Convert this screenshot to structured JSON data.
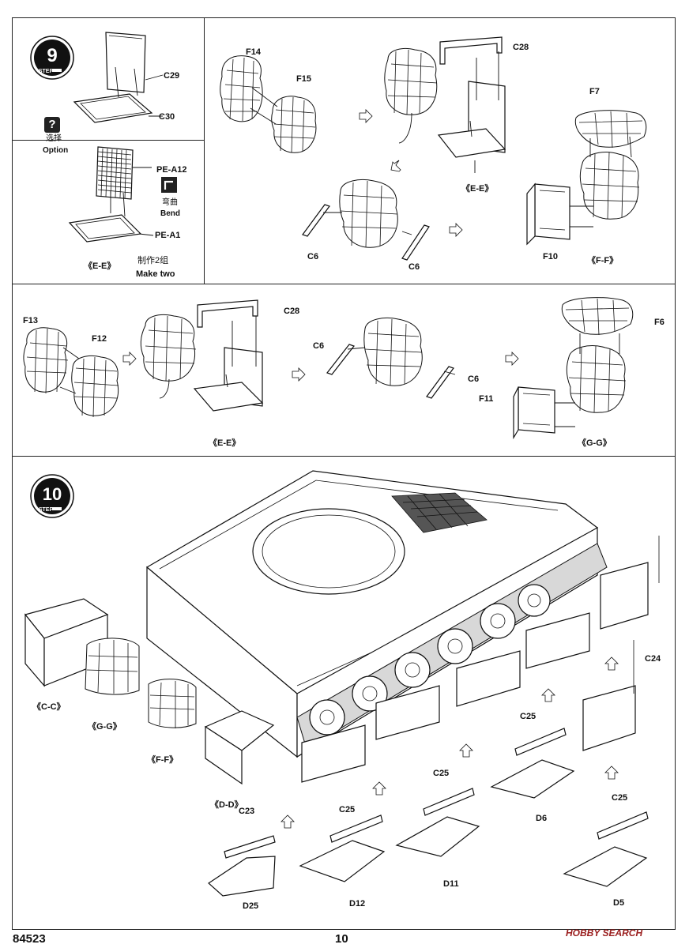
{
  "step_badges": {
    "step_9": {
      "number": "9",
      "word": "STEP"
    },
    "step_10": {
      "number": "10",
      "word": "STEP"
    }
  },
  "panel_step9": {
    "parts": {
      "c29": "C29",
      "c30": "C30"
    }
  },
  "panel_option": {
    "icon_glyph": "?",
    "label_cn": "选择",
    "label_en": "Option",
    "parts": {
      "pe_a12": "PE-A12",
      "pe_a1": "PE-A1"
    },
    "bend_cn": "弯曲",
    "bend_en": "Bend",
    "subassembly": "《E-E》",
    "make_two_cn": "制作2组",
    "make_two_en": "Make two"
  },
  "panel_ee_ff": {
    "parts": {
      "f14": "F14",
      "f15": "F15",
      "c28": "C28",
      "c6_left": "C6",
      "c6_right": "C6",
      "f7": "F7",
      "f10": "F10"
    },
    "subassembly_ee": "《E-E》",
    "subassembly_ff": "《F-F》"
  },
  "panel_gg": {
    "parts": {
      "f13": "F13",
      "f12": "F12",
      "c28": "C28",
      "c6_left": "C6",
      "c6_right": "C6",
      "f6": "F6",
      "f11": "F11"
    },
    "subassembly_ee": "《E-E》",
    "subassembly_gg": "《G-G》"
  },
  "panel_step10": {
    "subassemblies": {
      "cc": "《C-C》",
      "gg": "《G-G》",
      "ff": "《F-F》",
      "dd": "《D-D》"
    },
    "parts": {
      "c24": "C24",
      "c25_a": "C25",
      "c25_b": "C25",
      "c25_c": "C25",
      "c25_d": "C25",
      "c23": "C23",
      "d6": "D6",
      "d11": "D11",
      "d12": "D12",
      "d25": "D25",
      "d5": "D5"
    }
  },
  "footer": {
    "product_code": "84523",
    "page_number": "10",
    "watermark": "HOBBY SEARCH"
  }
}
